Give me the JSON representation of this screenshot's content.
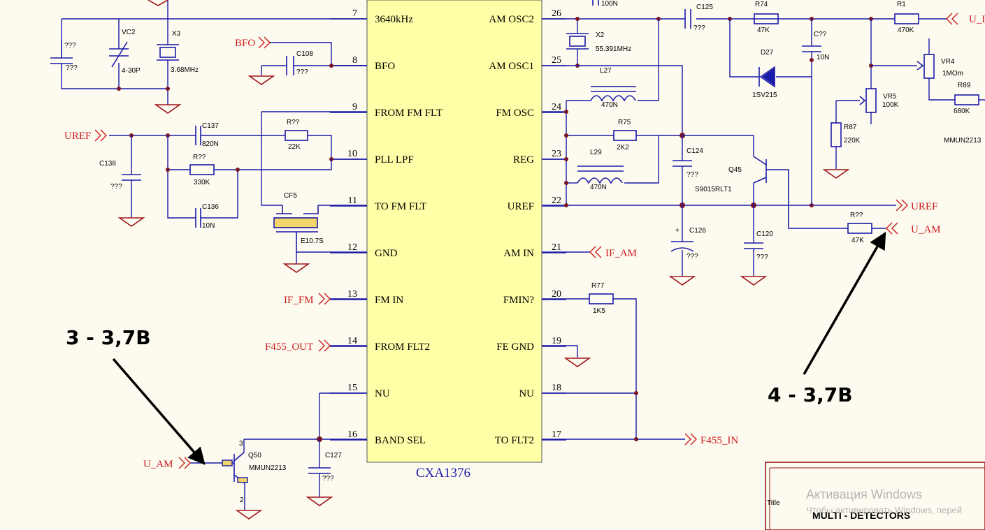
{
  "chip": {
    "name": "CXA1376",
    "left_pins": [
      {
        "num": "7",
        "name": "3640kHz"
      },
      {
        "num": "8",
        "name": "BFO"
      },
      {
        "num": "9",
        "name": "FROM FM FLT"
      },
      {
        "num": "10",
        "name": "PLL LPF"
      },
      {
        "num": "11",
        "name": "TO FM FLT"
      },
      {
        "num": "12",
        "name": "GND"
      },
      {
        "num": "13",
        "name": "FM IN"
      },
      {
        "num": "14",
        "name": "FROM FLT2"
      },
      {
        "num": "15",
        "name": "NU"
      },
      {
        "num": "16",
        "name": "BAND SEL"
      }
    ],
    "right_pins": [
      {
        "num": "26",
        "name": "AM OSC2"
      },
      {
        "num": "25",
        "name": "AM OSC1"
      },
      {
        "num": "24",
        "name": "FM OSC"
      },
      {
        "num": "23",
        "name": "REG"
      },
      {
        "num": "22",
        "name": "UREF"
      },
      {
        "num": "21",
        "name": "AM IN"
      },
      {
        "num": "20",
        "name": "FMIN?"
      },
      {
        "num": "19",
        "name": "FE GND"
      },
      {
        "num": "18",
        "name": "NU"
      },
      {
        "num": "17",
        "name": "TO FLT2"
      }
    ]
  },
  "nets": {
    "bfo": "BFO",
    "uref_left": "UREF",
    "uref_right": "UREF",
    "if_fm": "IF_FM",
    "f455_out": "F455_OUT",
    "if_am": "IF_AM",
    "f455_in": "F455_IN",
    "u_am_left": "U_AM",
    "u_am_right": "U_AM",
    "u_top": "U_I"
  },
  "components": {
    "c_top_left": {
      "ref": "???",
      "value": "???"
    },
    "vc2": {
      "ref": "VC2",
      "value": "4-30P"
    },
    "x3": {
      "ref": "X3",
      "value": "3.68MHz"
    },
    "c108": {
      "ref": "C108",
      "value": "???"
    },
    "c137": {
      "ref": "C137",
      "value": "820N"
    },
    "r_22k": {
      "ref": "R??",
      "value": "22K"
    },
    "r_330k": {
      "ref": "R??",
      "value": "330K"
    },
    "c138": {
      "ref": "C138",
      "value": "???"
    },
    "c136": {
      "ref": "C136",
      "value": "10N"
    },
    "cf5": {
      "ref": "CF5",
      "value": "E10.7S"
    },
    "q50": {
      "ref": "Q50",
      "value": "MMUN2213",
      "pin3": "3",
      "pin2": "2"
    },
    "c127": {
      "ref": "C127",
      "value": "???"
    },
    "c_top_100n": {
      "value": "100N"
    },
    "x2": {
      "ref": "X2",
      "value": "55.391MHz"
    },
    "l27": {
      "ref": "L27",
      "value": "470N"
    },
    "r75": {
      "ref": "R75",
      "value": "2K2"
    },
    "l29": {
      "ref": "L29",
      "value": "470N"
    },
    "c125": {
      "ref": "C125",
      "value": "???"
    },
    "r74": {
      "ref": "R74",
      "value": "47K"
    },
    "d27": {
      "ref": "D27",
      "value": "1SV215"
    },
    "c_cq": {
      "ref": "C??",
      "value": "10N"
    },
    "r1": {
      "ref": "R1",
      "value": "470K"
    },
    "vr4": {
      "ref": "VR4",
      "value": "1MOm"
    },
    "vr5": {
      "ref": "VR5",
      "value": "100K"
    },
    "r87": {
      "ref": "R87",
      "value": "220K"
    },
    "r89": {
      "ref": "R89",
      "value": "680K"
    },
    "mmun_right": {
      "value": "MMUN2213"
    },
    "c124": {
      "ref": "C124",
      "value": "???"
    },
    "q45": {
      "ref": "Q45",
      "value": "S9015RLT1"
    },
    "c126": {
      "ref": "C126",
      "value": "???"
    },
    "c120": {
      "ref": "C120",
      "value": "???"
    },
    "r_47k": {
      "ref": "R??",
      "value": "47K"
    },
    "r77": {
      "ref": "R77",
      "value": "1K5"
    }
  },
  "annotations": {
    "left_voltage": "3 - 3,7В",
    "right_voltage": "4 - 3,7В"
  },
  "title_block": {
    "title_label": "Title",
    "title": "MULTI - DETECTORS"
  },
  "watermark": {
    "line1": "Активация Windows",
    "line2": "Чтобы активировать Windows, перей"
  },
  "colors": {
    "background": "#fdfbf0",
    "chip_fill": "#ffffa8",
    "wire": "#1a1aa8",
    "net_label": "#cc1a1a",
    "ground": "#a0161b",
    "junction": "#7a1426"
  }
}
